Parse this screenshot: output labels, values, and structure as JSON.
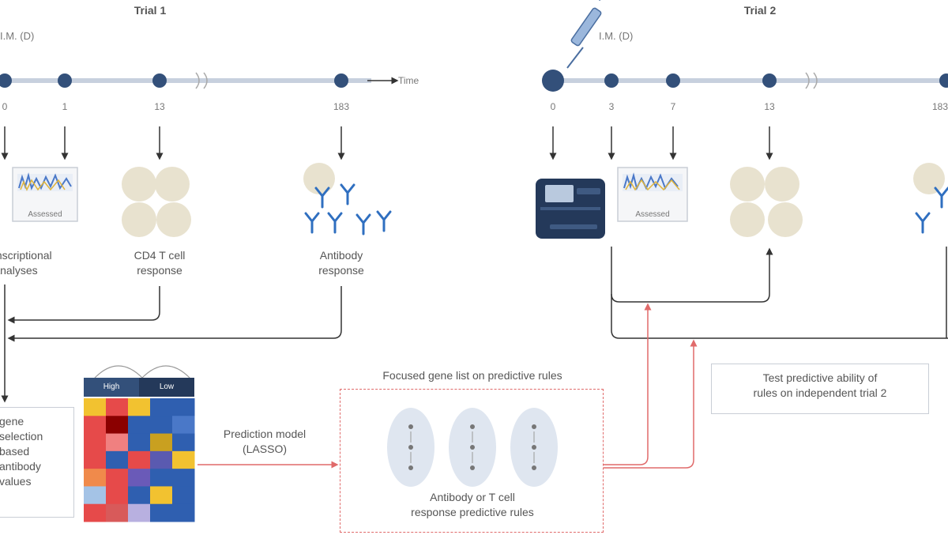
{
  "trial1": {
    "title": "Trial 1",
    "dose": "I.M. (D)",
    "time_label": "Time",
    "ticks": [
      "0",
      "1",
      "13",
      "183"
    ],
    "assay_label": "Assessed",
    "labels": {
      "transcriptional": "Transcriptional\nanalyses",
      "cd4": "CD4 T cell\nresponse",
      "antibody": "Antibody\nresponse"
    }
  },
  "trial2": {
    "title": "Trial 2",
    "dose": "I.M. (D)",
    "ticks": [
      "0",
      "3",
      "7",
      "13",
      "183"
    ],
    "assay_label": "Assessed"
  },
  "heatmap": {
    "high_label": "High",
    "low_label": "Low",
    "colors": [
      "#f2c230",
      "#e64a4a",
      "#f2c230",
      "#2f5fb0",
      "#2f5fb0",
      "#e64a4a",
      "#8b0000",
      "#2f5fb0",
      "#2f5fb0",
      "#4a78c8",
      "#e64a4a",
      "#f08080",
      "#2f5fb0",
      "#c9a020",
      "#2f5fb0",
      "#e64a4a",
      "#2f5fb0",
      "#e64a4a",
      "#5a5ab0",
      "#f2c230",
      "#f08a4b",
      "#e64a4a",
      "#6a5ab8",
      "#2f5fb0",
      "#2f5fb0",
      "#a4c3e6",
      "#e64a4a",
      "#2f5fb0",
      "#f2c230",
      "#2f5fb0",
      "#e64a4a",
      "#d85a5a",
      "#b8b0e0",
      "#2f5fb0",
      "#2f5fb0"
    ]
  },
  "left_box": "gene\nselection\nbased\nantibody\nvalues",
  "prediction_model": "Prediction model\n(LASSO)",
  "focused_title": "Focused gene list on predictive rules",
  "rules_caption": "Antibody or T cell\nresponse predictive rules",
  "test_box": "Test predictive ability of\nrules on independent trial 2",
  "colors": {
    "timeline": "#c7d0de",
    "node": "#33507a",
    "arrow_red": "#e06a6a",
    "cells": "#e8e2cf",
    "antibody": "#2f6fc0",
    "device": "#24395a"
  }
}
